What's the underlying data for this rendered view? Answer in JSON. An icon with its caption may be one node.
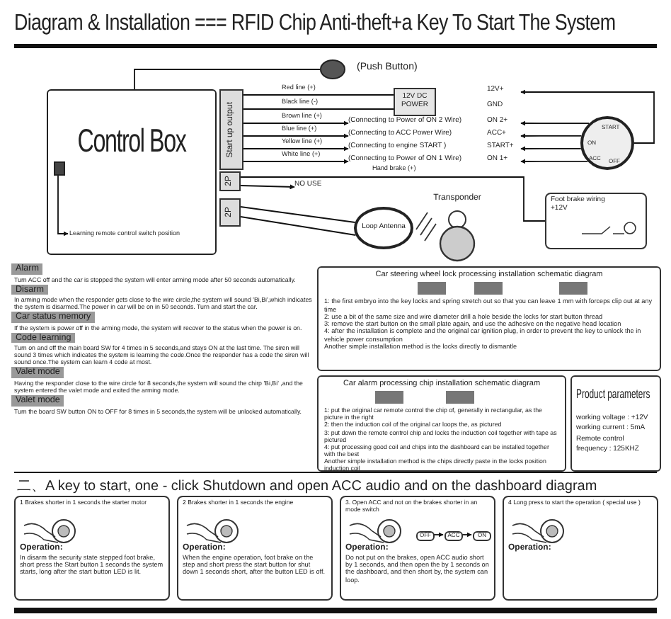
{
  "diagram": {
    "title": "Diagram & Installation === RFID Chip Anti-theft+a Key  To Start The System",
    "nodes": [
      {
        "text": [
          "Control Box"
        ]
      },
      {
        "text": [
          "Start up output"
        ]
      },
      {
        "text": [
          "2P"
        ]
      },
      {
        "text": [
          "2P"
        ]
      },
      {
        "text": [],
        "shape": "circle",
        "beside": [
          "(Push Button)"
        ]
      },
      {
        "text": [
          "12V DC POWER"
        ]
      },
      {
        "text": [
          "(Connecting to Power of ON 2 Wire)"
        ]
      },
      {
        "text": [
          "(Connecting to ACC Power Wire)"
        ]
      },
      {
        "text": [
          "(Connecting to engine START )"
        ]
      },
      {
        "text": [
          "(Connecting to Power of ON 1 Wire)"
        ]
      },
      {
        "text": [
          "12V+"
        ]
      },
      {
        "text": [
          "GND"
        ]
      },
      {
        "text": [
          "ON 2+"
        ]
      },
      {
        "text": [
          "ACC+"
        ]
      },
      {
        "text": [
          "START+"
        ]
      },
      {
        "text": [
          "ON 1+"
        ]
      },
      {
        "text": [
          "START",
          "ON",
          "ACC",
          "OFF"
        ]
      },
      {
        "text": [
          "NO USE"
        ]
      },
      {
        "text": [
          "Loop Antenna"
        ]
      },
      {
        "text": [
          "Transponder"
        ]
      },
      {
        "text": [
          "Foot brake wiring",
          "+12V"
        ]
      },
      {
        "text": [],
        "shape": "box",
        "in": 0
      },
      {
        "text": [
          "Learning remote control switch position"
        ],
        "in": 0
      },
      {
        "text": [
          "Car steering wheel lock processing installation schematic diagram",
          "1: the first embryo into the key locks and spring stretch out so that you can leave 1 mm with forceps clip out at any time",
          "2: use a bit of the same size and wire diameter drill a hole beside the locks for start button thread",
          "3: remove the start button on the small plate again, and use the adhesive on the negative head location",
          "4: after the installation is complete and the original car ignition plug, in order to prevent the key to unlock the in vehicle power consumption",
          "Another simple installation method is the locks directly to dismantle"
        ]
      },
      {
        "text": [
          "Car alarm processing chip installation schematic diagram",
          "1: put the original car remote control the chip of, generally in rectangular, as the picture in the right",
          "2: then the induction coil of the original car loops the, as pictured",
          "3: put down the remote control chip and locks the induction coil together with tape as pictured",
          "4: put processing good coil and chips into the dashboard can be installed together with the best",
          "Another simple installation method is the chips directly paste in the locks position induction coil"
        ]
      },
      {
        "text": [
          "Product parameters",
          "working voltage : +12V",
          "working current : 5mA",
          "Remote control frequency : 125KHZ"
        ]
      },
      {
        "text": [
          "1 Brakes shorter in 1 seconds the starter motor",
          "Operation:",
          "In disarm the security state stepped foot brake, short press the Start button 1 seconds the system starts, long after the start button LED is lit."
        ]
      },
      {
        "text": [
          "2 Brakes shorter in 1 seconds the engine",
          "Operation:",
          "When the engine operation, foot brake on the step and short press the start button for shut down 1 seconds short, after the button LED is off."
        ]
      },
      {
        "text": [
          "3. Open ACC and not on the brakes shorter in an mode switch",
          "Operation:",
          "Do not put on the brakes, open ACC audio short by 1 seconds, and then open the by 1 seconds on the dashboard, and then short by, the system can loop."
        ]
      },
      {
        "text": [
          "4 Long press to start the operation ( special use )",
          "Operation:"
        ]
      },
      {
        "text": [
          "OFF"
        ],
        "in": 28
      },
      {
        "text": [
          "ACC"
        ],
        "in": 28
      },
      {
        "text": [
          "ON"
        ],
        "in": 28
      }
    ],
    "edges": [
      {
        "from": 4,
        "to": 0,
        "arrow": "none"
      },
      {
        "from": 1,
        "to": 5,
        "arrow": "none",
        "label": "Red line (+)"
      },
      {
        "from": 1,
        "to": 5,
        "arrow": "none",
        "label": "Black line (-)"
      },
      {
        "from": 1,
        "to": 6,
        "arrow": "to",
        "label": "Brown line (+)"
      },
      {
        "from": 1,
        "to": 7,
        "arrow": "to",
        "label": "Blue line (+)"
      },
      {
        "from": 1,
        "to": 8,
        "arrow": "to",
        "label": "Yellow line (+)"
      },
      {
        "from": 1,
        "to": 9,
        "arrow": "to",
        "label": "White line (+)"
      },
      {
        "from": 16,
        "to": 10,
        "arrow": "to"
      },
      {
        "from": 16,
        "to": 12,
        "arrow": "to"
      },
      {
        "from": 16,
        "to": 13,
        "arrow": "to"
      },
      {
        "from": 16,
        "to": 14,
        "arrow": "to"
      },
      {
        "from": 16,
        "to": 15,
        "arrow": "to"
      },
      {
        "from": 2,
        "to": 20,
        "arrow": "none",
        "label": "Hand brake (+)"
      },
      {
        "from": 2,
        "to": 17,
        "arrow": "to"
      },
      {
        "from": 3,
        "to": 18,
        "arrow": "none"
      },
      {
        "from": 3,
        "to": 18,
        "arrow": "none"
      },
      {
        "from": 21,
        "to": 22,
        "arrow": "to"
      },
      {
        "from": 30,
        "to": 31,
        "arrow": "to"
      },
      {
        "from": 31,
        "to": 32,
        "arrow": "to"
      }
    ],
    "labels": [
      "Alarm",
      "Turn ACC off and the car is stopped the system will enter arming mode after 50 seconds automatically.",
      "Disarm",
      "In arming mode when the responder gets close to the wire circle,the system will sound 'Bi,Bi',which indicates the system is disarmed.The power in car will be on in 50 seconds. Turn and start the car.",
      "Car status memory",
      "If the system is power off in the arming mode, the system will recover to the status when the power is on.",
      "Code learning",
      "Turn on and off the main board SW for 4 times in 5 seconds,and stays ON at the last time. The siren will sound 3 times which indicates the system is learning the code.Once the responder has a code the siren will sound once.The system can learn 4 code at most.",
      "Valet mode",
      "Having the responder close to the wire circle for 8 seconds,the system will sound the chirp 'Bi,Bi' ,and the system entered the valet mode and exited the arming mode.",
      "Valet mode",
      "Turn the board SW button ON to OFF for 8 times in 5 seconds,the system will be unlocked automatically.",
      "二、A key to start, one - click Shutdown and open ACC audio and on the dashboard diagram"
    ]
  }
}
